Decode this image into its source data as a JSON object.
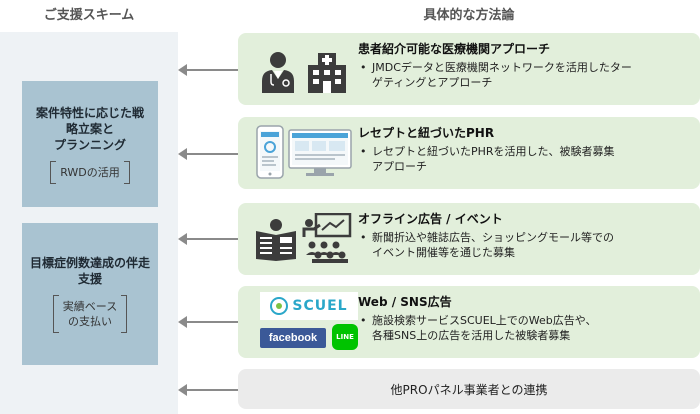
{
  "headers": {
    "left": "ご支援スキーム",
    "right": "具体的な方法論"
  },
  "schemes": [
    {
      "title_lines": [
        "案件特性に応じた戦",
        "略立案と",
        "プランニング"
      ],
      "sub_lines": [
        "RWDの活用"
      ]
    },
    {
      "title_lines": [
        "目標症例数達成の伴走",
        "支援"
      ],
      "sub_lines": [
        "実績ベース",
        "の支払い"
      ]
    }
  ],
  "methods": [
    {
      "title": "患者紹介可能な医療機関アプローチ",
      "bullet_lines": [
        "JMDCデータと医療機関ネットワークを活用したター",
        "ゲティングとアプローチ"
      ],
      "icons": [
        "doctor-icon",
        "hospital-icon"
      ]
    },
    {
      "title": "レセプトと紐づいたPHR",
      "bullet_lines": [
        "レセプトと紐づいたPHRを活用した、被験者募集",
        "アプローチ"
      ],
      "icons": [
        "smartphone-app-icon",
        "desktop-app-icon"
      ]
    },
    {
      "title": "オフライン広告 / イベント",
      "bullet_lines": [
        "新聞折込や雑誌広告、ショッピングモール等での",
        "イベント開催等を通じた募集"
      ],
      "icons": [
        "newspaper-reader-icon",
        "presentation-audience-icon"
      ]
    },
    {
      "title": "Web / SNS広告",
      "bullet_lines": [
        "施設検索サービスSCUEL上でのWeb広告や、",
        "各種SNS上の広告を活用した被験者募集"
      ],
      "logos": {
        "scuel": "SCUEL",
        "facebook": "facebook",
        "line": "LINE"
      }
    }
  ],
  "partner_method": "他PROパネル事業者との連携",
  "bullet_glyph": "•",
  "colors": {
    "method_bg": "#e2efdb",
    "scheme_box": "#a9c3d1",
    "scheme_bg": "#eef2f5",
    "partner_bg": "#ebebeb",
    "arrow": "#8a8a8a",
    "icon": "#3c3c3c"
  }
}
